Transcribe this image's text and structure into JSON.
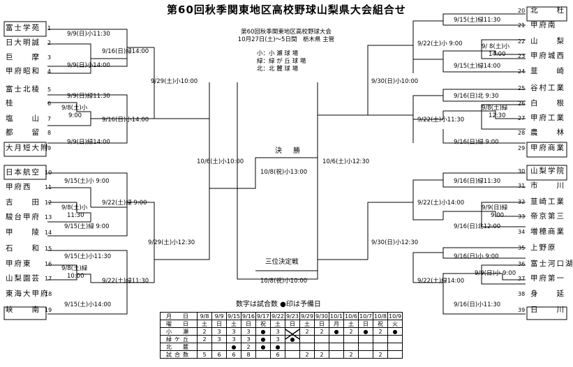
{
  "title": "第60回秋季関東地区高校野球山梨県大会組合せ",
  "info": {
    "line1": "第60回秋季関東地区高校野球大会",
    "line2": "10月27日(土)～5日間　栃木県 主管",
    "venues": [
      "小：小 瀬 球 場",
      "緑：緑 が 丘 球 場",
      "北：北 麓 球 場"
    ]
  },
  "teams_left": [
    {
      "seed": "1",
      "name": "富士学苑"
    },
    {
      "seed": "2",
      "name": "日大明誠"
    },
    {
      "seed": "3",
      "name": "巨　　摩"
    },
    {
      "seed": "4",
      "name": "甲府昭和"
    },
    {
      "seed": "5",
      "name": "富士北稜"
    },
    {
      "seed": "6",
      "name": "桂"
    },
    {
      "seed": "7",
      "name": "塩　　山"
    },
    {
      "seed": "8",
      "name": "都　　留"
    },
    {
      "seed": "9",
      "name": "大月短大附"
    },
    {
      "seed": "10",
      "name": "日本航空"
    },
    {
      "seed": "11",
      "name": "甲府西"
    },
    {
      "seed": "12",
      "name": "吉　　田"
    },
    {
      "seed": "13",
      "name": "駿台甲府"
    },
    {
      "seed": "14",
      "name": "甲　　陵"
    },
    {
      "seed": "15",
      "name": "石　　和"
    },
    {
      "seed": "16",
      "name": "甲府東"
    },
    {
      "seed": "17",
      "name": "山梨園芸"
    },
    {
      "seed": "18",
      "name": "東海大甲府"
    },
    {
      "seed": "19",
      "name": "峡　　南"
    }
  ],
  "teams_right": [
    {
      "seed": "20",
      "name": "北　　杜"
    },
    {
      "seed": "21",
      "name": "甲府南"
    },
    {
      "seed": "22",
      "name": "山　　梨"
    },
    {
      "seed": "23",
      "name": "甲府城西"
    },
    {
      "seed": "24",
      "name": "韮　　崎"
    },
    {
      "seed": "25",
      "name": "谷村工業"
    },
    {
      "seed": "26",
      "name": "白　　根"
    },
    {
      "seed": "27",
      "name": "甲府工業"
    },
    {
      "seed": "28",
      "name": "農　　林"
    },
    {
      "seed": "29",
      "name": "甲府商業"
    },
    {
      "seed": "30",
      "name": "山梨学院"
    },
    {
      "seed": "31",
      "name": "市　　川"
    },
    {
      "seed": "32",
      "name": "韮崎工業"
    },
    {
      "seed": "33",
      "name": "帝京第三"
    },
    {
      "seed": "34",
      "name": "増穂商業"
    },
    {
      "seed": "35",
      "name": "上野原"
    },
    {
      "seed": "36",
      "name": "富士河口湖"
    },
    {
      "seed": "37",
      "name": "甲府第一"
    },
    {
      "seed": "38",
      "name": "身　　延"
    },
    {
      "seed": "39",
      "name": "日　　川"
    }
  ],
  "games_left": {
    "g1": "9/9(日)小11:30",
    "g2": "9/16(日)緑14:00",
    "g3": "9/9(日)小14:00",
    "g4": "9/9(日)緑11:30",
    "g5a": "9/8(土)小",
    "g5b": "9:00",
    "g6": "9/16(日)小14:00",
    "g7": "9/9(日)緑14:00",
    "g8": "9/29(土)小10:00",
    "g9": "9/15(土)小 9:00",
    "g10": "9/22(土)緑 9:00",
    "g11a": "9/8(土)小",
    "g11b": "11:30",
    "g12": "9/15(土)緑 9:00",
    "g13": "9/29(土)小12:30",
    "g14": "9/15(土)小11:30",
    "g15a": "9/8(土)緑",
    "g15b": "10:00",
    "g16": "9/22(土)緑11:30",
    "g17": "9/15(土)小14:00",
    "semi": "10/6(土)小10:00"
  },
  "games_right": {
    "g1": "9/15(土)緑11:30",
    "g2": "9/22(土)小 9:00",
    "g3a": "9/ 8(土)小",
    "g3b": "14:00",
    "g4": "9/15(土)緑14:00",
    "g5": "9/30(日)小10:00",
    "g6": "9/16(日)北 9:30",
    "g7a": "9/8(土)緑",
    "g7b": "12:30",
    "g8": "9/22(土)小11:30",
    "g9": "9/16(日)緑 9:00",
    "g10": "9/16(日)緑11:30",
    "g11": "9/22(土)小14:00",
    "g12a": "9/9(日)緑",
    "g12b": "9:00",
    "g13": "9/16(日)北12:00",
    "g14": "9/30(日)小12:30",
    "g15": "9/16(日)小 9:00",
    "g16": "9/9(日)小 9:00",
    "g17": "9/22(土)緑14:00",
    "g18": "9/16(日)小11:30",
    "semi": "10/6(土)小12:30"
  },
  "final": {
    "label": "決　勝",
    "time": "10/8(祝)小13:00"
  },
  "third": {
    "label": "三位決定戦",
    "time": "10/8(祝)小10:00"
  },
  "note": "数字は試合数 ●印は予備日",
  "schedule": {
    "header_labels": [
      "月　日",
      "曜　日",
      "小　瀬",
      "緑ケ丘",
      "北　麓",
      "試合数"
    ],
    "dates": [
      "9/8",
      "9/9",
      "9/15",
      "9/16",
      "9/17",
      "9/22",
      "9/23",
      "9/29",
      "9/30",
      "10/1",
      "10/6",
      "10/7",
      "10/8",
      "10/9"
    ],
    "dows": [
      "土",
      "日",
      "土",
      "日",
      "祝",
      "土",
      "日",
      "土",
      "日",
      "月",
      "土",
      "日",
      "祝",
      "火"
    ],
    "koze": [
      "2",
      "3",
      "3",
      "3",
      "●",
      "3",
      "",
      "2",
      "2",
      "●",
      "2",
      "●",
      "2",
      "●"
    ],
    "midori": [
      "2",
      "3",
      "3",
      "3",
      "●",
      "3",
      "●",
      "",
      "",
      "",
      "",
      "",
      "",
      ""
    ],
    "hokuroku": [
      "",
      "",
      "●",
      "2",
      "●",
      "●",
      "",
      "",
      "",
      "",
      "",
      "",
      "",
      ""
    ],
    "count": [
      "5",
      "6",
      "6",
      "8",
      "",
      "6",
      "",
      "2",
      "2",
      "",
      "2",
      "",
      "2",
      ""
    ]
  }
}
